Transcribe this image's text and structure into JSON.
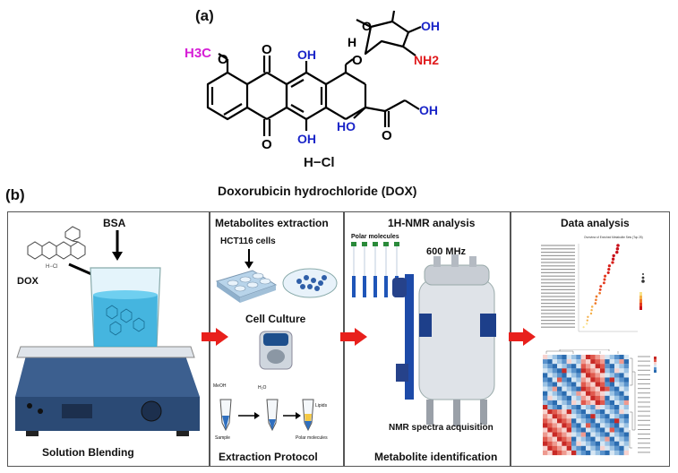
{
  "panel_a": {
    "label": "(a)",
    "groups": {
      "methoxy": "H3C",
      "oh_sugar": "OH",
      "nh2": "NH2",
      "h_anomeric": "H",
      "oh_top": "OH",
      "oh_bottom": "OH",
      "ho_ring": "HO",
      "oh_side": "OH",
      "o_letter": "O"
    },
    "salt": "H−Cl",
    "compound_name": "Doxorubicin hydrochloride (DOX)"
  },
  "panel_b": {
    "label": "(b)",
    "section1": {
      "dox": "DOX",
      "bsa": "BSA",
      "hcl_small": "H−Cl",
      "caption": "Solution Blending"
    },
    "section2": {
      "title": "Metabolites extraction",
      "cells": "HCT116 cells",
      "culture": "Cell Culture",
      "meoh": "MeOH",
      "h2o": "H₂O",
      "lipids": "Lipids",
      "sample": "Sample",
      "polar": "Polar molecules",
      "caption": "Extraction Protocol"
    },
    "section3": {
      "title": "1H-NMR analysis",
      "polar": "Polar molecules",
      "mhz": "600 MHz",
      "spectra": "NMR spectra acquisition",
      "caption": "Metabolite identification"
    },
    "section4": {
      "title": "Data analysis",
      "dot_title": "Overview of Enriched Metabolite Sets (Top 25)"
    }
  },
  "colors": {
    "arrow": "#e8201c",
    "nh2": "#e0181b",
    "methoxy": "#d61fd6",
    "hydroxyl": "#1a25c8"
  },
  "chart_data": [
    {
      "type": "scatter",
      "title": "Overview of Enriched Metabolite Sets (Top 25)",
      "description": "enrichment dot plot, values not legible",
      "values": []
    },
    {
      "type": "heatmap",
      "description": "clustered metabolite heatmap, values not legible",
      "values": []
    }
  ]
}
